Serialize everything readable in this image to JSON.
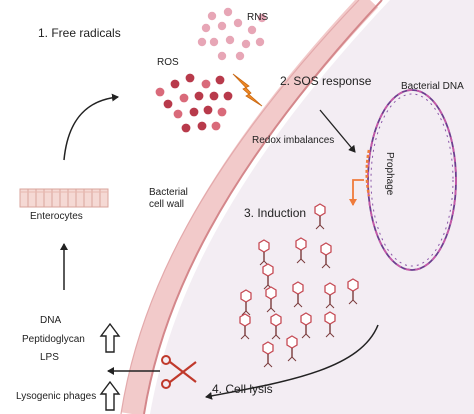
{
  "steps": {
    "free_radicals": "1.  Free radicals",
    "sos_response": "2. SOS response",
    "induction": "3. Induction",
    "cell_lysis": "4. Cell lysis"
  },
  "labels": {
    "rns": "RNS",
    "ros": "ROS",
    "bacterial_dna": "Bacterial DNA",
    "redox_imbalances": "Redox imbalances",
    "prophage": "Prophage",
    "bacterial_cell_wall_line1": "Bacterial",
    "bacterial_cell_wall_line2": "cell wall",
    "enterocytes": "Enterocytes",
    "dna": "DNA",
    "peptidoglycan": "Peptidoglycan",
    "lps": "LPS",
    "lysogenic_phages": "Lysogenic phages"
  },
  "icons": {
    "lightning": "lightning-bolt-icon",
    "scissors": "scissors-icon",
    "phage": "bacteriophage-icon",
    "dna_helix": "dna-helix-icon",
    "up_arrow": "hollow-up-arrow-icon"
  },
  "colors": {
    "cell_interior": "#f3edf3",
    "cell_wall_outer": "#f1c9c9",
    "cell_wall_inner": "#d4878b",
    "rns_dots": "#e7a6b6",
    "ros_dots": "#b83a4b",
    "dna_strand_a": "#6b3e8e",
    "dna_strand_b": "#c55aa8",
    "prophage_segment": "#ef7b3b",
    "lightning": "#f08a24",
    "scissors": "#c0392b",
    "phage_head": "#c64b55",
    "phage_tail": "#7a3b3b"
  }
}
